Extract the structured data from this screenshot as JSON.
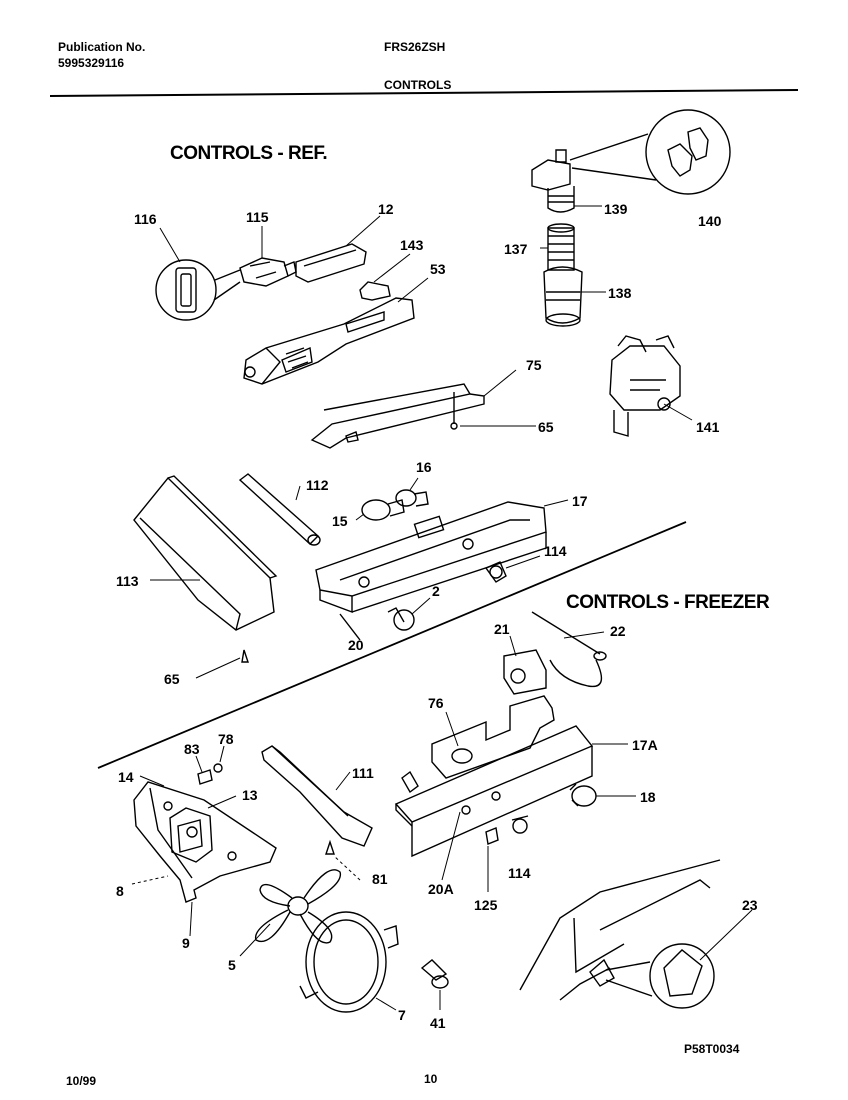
{
  "header": {
    "publication_label": "Publication No.",
    "publication_number": "5995329116",
    "model": "FRS26ZSH",
    "section": "CONTROLS"
  },
  "sections": {
    "ref_title": "CONTROLS - REF.",
    "freezer_title": "CONTROLS - FREEZER"
  },
  "callouts": {
    "c116": "116",
    "c115": "115",
    "c12": "12",
    "c143": "143",
    "c53": "53",
    "c139": "139",
    "c140": "140",
    "c137": "137",
    "c138": "138",
    "c75": "75",
    "c65a": "65",
    "c141": "141",
    "c16": "16",
    "c112": "112",
    "c17": "17",
    "c15": "15",
    "c114a": "114",
    "c113": "113",
    "c2": "2",
    "c20": "20",
    "c65b": "65",
    "c21": "21",
    "c22": "22",
    "c76": "76",
    "c17a": "17A",
    "c83": "83",
    "c78": "78",
    "c14": "14",
    "c13": "13",
    "c111": "111",
    "c18": "18",
    "c8": "8",
    "c81": "81",
    "c20a": "20A",
    "c114b": "114",
    "c125": "125",
    "c9": "9",
    "c5": "5",
    "c23": "23",
    "c7": "7",
    "c41": "41"
  },
  "footer": {
    "date": "10/99",
    "page": "10",
    "drawing_code": "P58T0034"
  }
}
